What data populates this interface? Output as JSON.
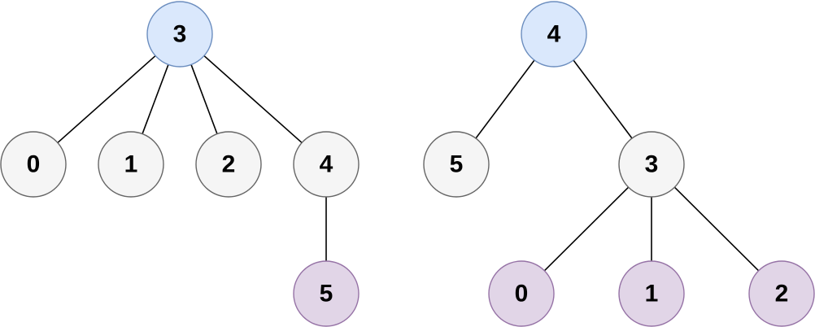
{
  "colors": {
    "root": {
      "fill": "#dae8fc",
      "stroke": "#6c8ebf"
    },
    "inner": {
      "fill": "#f5f5f5",
      "stroke": "#666666"
    },
    "leaf": {
      "fill": "#e1d5e7",
      "stroke": "#9673a6"
    }
  },
  "trees": [
    {
      "nodes": [
        {
          "id": "t1n3",
          "label": "3",
          "kind": "root"
        },
        {
          "id": "t1n0",
          "label": "0",
          "kind": "inner"
        },
        {
          "id": "t1n1",
          "label": "1",
          "kind": "inner"
        },
        {
          "id": "t1n2",
          "label": "2",
          "kind": "inner"
        },
        {
          "id": "t1n4",
          "label": "4",
          "kind": "inner"
        },
        {
          "id": "t1n5",
          "label": "5",
          "kind": "leaf"
        }
      ],
      "edges": [
        [
          "t1n3",
          "t1n0"
        ],
        [
          "t1n3",
          "t1n1"
        ],
        [
          "t1n3",
          "t1n2"
        ],
        [
          "t1n3",
          "t1n4"
        ],
        [
          "t1n4",
          "t1n5"
        ]
      ]
    },
    {
      "nodes": [
        {
          "id": "t2n4",
          "label": "4",
          "kind": "root"
        },
        {
          "id": "t2n5",
          "label": "5",
          "kind": "inner"
        },
        {
          "id": "t2n3",
          "label": "3",
          "kind": "inner"
        },
        {
          "id": "t2n0",
          "label": "0",
          "kind": "leaf"
        },
        {
          "id": "t2n1",
          "label": "1",
          "kind": "leaf"
        },
        {
          "id": "t2n2",
          "label": "2",
          "kind": "leaf"
        }
      ],
      "edges": [
        [
          "t2n4",
          "t2n5"
        ],
        [
          "t2n4",
          "t2n3"
        ],
        [
          "t2n3",
          "t2n0"
        ],
        [
          "t2n3",
          "t2n1"
        ],
        [
          "t2n3",
          "t2n2"
        ]
      ]
    }
  ]
}
